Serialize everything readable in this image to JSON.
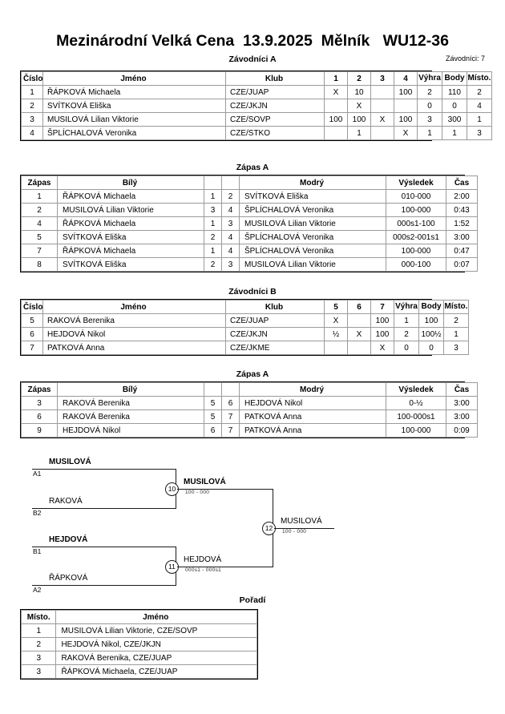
{
  "header": {
    "title": "Mezinárodní Velká Cena  13.9.2025  Mělník   WU12-36",
    "group_a_caption": "Závodníci A",
    "entrants_label": "Závodníci: 7"
  },
  "competitors_table": {
    "headers": {
      "number": "Číslo",
      "name": "Jméno",
      "club": "Klub",
      "wins": "Výhra",
      "points": "Body",
      "place": "Místo."
    },
    "group_a": {
      "opponent_columns": [
        "1",
        "2",
        "3",
        "4"
      ],
      "rows": [
        {
          "number": "1",
          "name": "ŘÁPKOVÁ Michaela",
          "club": "CZE/JUAP",
          "cells": [
            "X",
            "10",
            "",
            "100"
          ],
          "wins": "2",
          "points": "110",
          "place": "2"
        },
        {
          "number": "2",
          "name": "SVÍTKOVÁ Eliška",
          "club": "CZE/JKJN",
          "cells": [
            "",
            "X",
            "",
            ""
          ],
          "wins": "0",
          "points": "0",
          "place": "4"
        },
        {
          "number": "3",
          "name": "MUSILOVÁ Lilian Viktorie",
          "club": "CZE/SOVP",
          "cells": [
            "100",
            "100",
            "X",
            "100"
          ],
          "wins": "3",
          "points": "300",
          "place": "1"
        },
        {
          "number": "4",
          "name": "ŠPLÍCHALOVÁ Veronika",
          "club": "CZE/STKO",
          "cells": [
            "",
            "1",
            "",
            "X"
          ],
          "wins": "1",
          "points": "1",
          "place": "3"
        }
      ]
    },
    "group_b": {
      "caption": "Závodníci B",
      "opponent_columns": [
        "5",
        "6",
        "7"
      ],
      "rows": [
        {
          "number": "5",
          "name": "RAKOVÁ Berenika",
          "club": "CZE/JUAP",
          "cells": [
            "X",
            "",
            "100"
          ],
          "wins": "1",
          "points": "100",
          "place": "2"
        },
        {
          "number": "6",
          "name": "HEJDOVÁ Nikol",
          "club": "CZE/JKJN",
          "cells": [
            "½",
            "X",
            "100"
          ],
          "wins": "2",
          "points": "100½",
          "place": "1"
        },
        {
          "number": "7",
          "name": "PATKOVÁ Anna",
          "club": "CZE/JKME",
          "cells": [
            "",
            "",
            "X"
          ],
          "wins": "0",
          "points": "0",
          "place": "3"
        }
      ]
    }
  },
  "match_tables": {
    "headers": {
      "match": "Zápas",
      "white": "Bílý",
      "blue": "Modrý",
      "result": "Výsledek",
      "time": "Čas"
    },
    "group_a": {
      "caption": "Zápas A",
      "rows": [
        {
          "no": "1",
          "white": "ŘÁPKOVÁ Michaela",
          "white_no": "1",
          "blue_no": "2",
          "blue": "SVÍTKOVÁ Eliška",
          "winner": "white",
          "result": "010-000",
          "time": "2:00"
        },
        {
          "no": "2",
          "white": "MUSILOVÁ Lilian Viktorie",
          "white_no": "3",
          "blue_no": "4",
          "blue": "ŠPLÍCHALOVÁ Veronika",
          "winner": "white",
          "result": "100-000",
          "time": "0:43"
        },
        {
          "no": "4",
          "white": "ŘÁPKOVÁ Michaela",
          "white_no": "1",
          "blue_no": "3",
          "blue": "MUSILOVÁ Lilian Viktorie",
          "winner": "blue",
          "result": "000s1-100",
          "time": "1:52"
        },
        {
          "no": "5",
          "white": "SVÍTKOVÁ Eliška",
          "white_no": "2",
          "blue_no": "4",
          "blue": "ŠPLÍCHALOVÁ Veronika",
          "winner": "blue",
          "result": "000s2-001s1",
          "time": "3:00"
        },
        {
          "no": "7",
          "white": "ŘÁPKOVÁ Michaela",
          "white_no": "1",
          "blue_no": "4",
          "blue": "ŠPLÍCHALOVÁ Veronika",
          "winner": "white",
          "result": "100-000",
          "time": "0:47"
        },
        {
          "no": "8",
          "white": "SVÍTKOVÁ Eliška",
          "white_no": "2",
          "blue_no": "3",
          "blue": "MUSILOVÁ Lilian Viktorie",
          "winner": "blue",
          "result": "000-100",
          "time": "0:07"
        }
      ]
    },
    "group_b": {
      "caption": "Zápas A",
      "rows": [
        {
          "no": "3",
          "white": "RAKOVÁ Berenika",
          "white_no": "5",
          "blue_no": "6",
          "blue": "HEJDOVÁ Nikol",
          "winner": "blue",
          "result": "0-½",
          "time": "3:00"
        },
        {
          "no": "6",
          "white": "RAKOVÁ Berenika",
          "white_no": "5",
          "blue_no": "7",
          "blue": "PATKOVÁ Anna",
          "winner": "white",
          "result": "100-000s1",
          "time": "3:00"
        },
        {
          "no": "9",
          "white": "HEJDOVÁ Nikol",
          "white_no": "6",
          "blue_no": "7",
          "blue": "PATKOVÁ Anna",
          "winner": "white",
          "result": "100-000",
          "time": "0:09"
        }
      ]
    }
  },
  "bracket": {
    "entries": [
      {
        "name": "MUSILOVÁ",
        "seed": "A1",
        "bold": true
      },
      {
        "name": "RAKOVÁ",
        "seed": "B2",
        "bold": false
      },
      {
        "name": "HEJDOVÁ",
        "seed": "B1",
        "bold": true
      },
      {
        "name": "ŘÁPKOVÁ",
        "seed": "A2",
        "bold": false
      }
    ],
    "semifinals": [
      {
        "match_no": "10",
        "winner": "MUSILOVÁ",
        "score": "100 - 000"
      },
      {
        "match_no": "11",
        "winner": "HEJDOVÁ",
        "score": "000s1 - 000s1"
      }
    ],
    "final": {
      "match_no": "12",
      "winner": "MUSILOVÁ",
      "score": "100 - 000"
    }
  },
  "standings": {
    "caption": "Pořadí",
    "headers": {
      "place": "Místo.",
      "name": "Jméno"
    },
    "rows": [
      {
        "place": "1",
        "name": "MUSILOVÁ Lilian Viktorie, CZE/SOVP"
      },
      {
        "place": "2",
        "name": "HEJDOVÁ Nikol, CZE/JKJN"
      },
      {
        "place": "3",
        "name": "RAKOVÁ Berenika, CZE/JUAP"
      },
      {
        "place": "3",
        "name": "ŘÁPKOVÁ Michaela, CZE/JUAP"
      }
    ]
  }
}
